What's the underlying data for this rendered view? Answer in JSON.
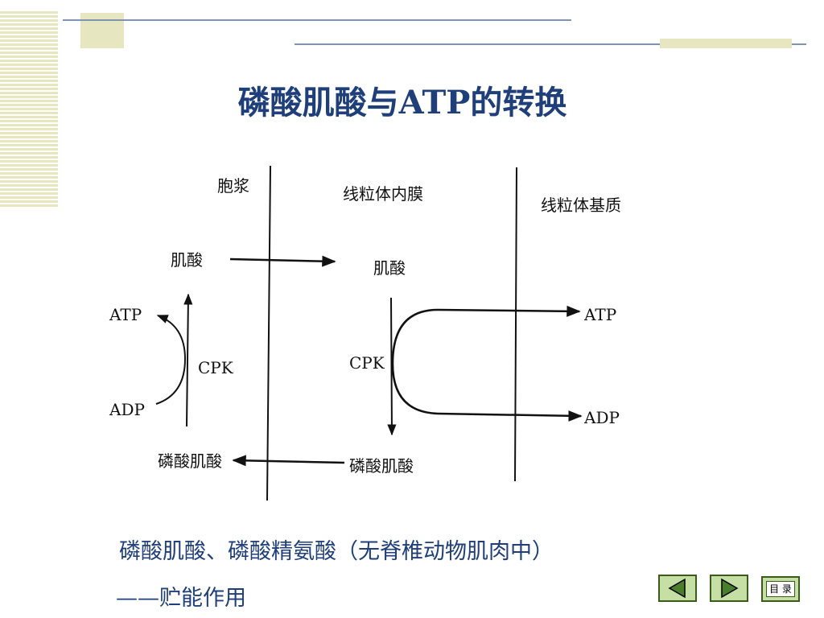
{
  "slide": {
    "title": "磷酸肌酸与ATP的转换",
    "caption_line1": "磷酸肌酸、磷酸精氨酸（无脊椎动物肌肉中）",
    "caption_line2": "——贮能作用"
  },
  "diagram": {
    "regions": [
      "胞浆",
      "线粒体内膜",
      "线粒体基质"
    ],
    "left": {
      "creatine": "肌酸",
      "atp": "ATP",
      "cpk": "CPK",
      "adp": "ADP",
      "phosphocreatine": "磷酸肌酸"
    },
    "middle": {
      "creatine": "肌酸",
      "cpk": "CPK",
      "phosphocreatine": "磷酸肌酸"
    },
    "right": {
      "atp": "ATP",
      "adp": "ADP"
    }
  },
  "nav": {
    "prev_icon": "triangle-left-icon",
    "next_icon": "triangle-right-icon",
    "menu_label": "目 录"
  },
  "colors": {
    "title": "#1f3f7a",
    "rule_lines": "#7f94b3",
    "decor_tan": "#e6e6c0",
    "nav_button": "#c6dfa5",
    "nav_border": "#3c5a1e"
  }
}
